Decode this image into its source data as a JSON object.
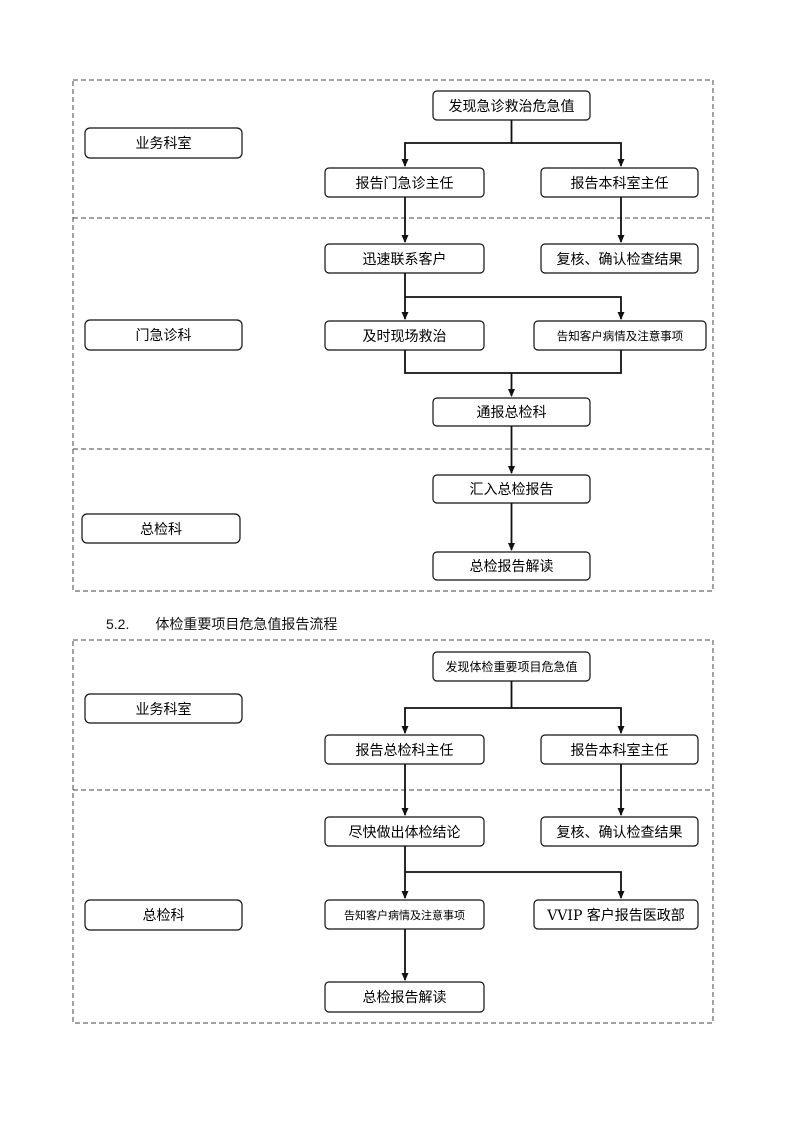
{
  "flow1": {
    "lanes": [
      "业务科室",
      "门急诊科",
      "总检科"
    ],
    "nodes": {
      "discover": "发现急诊救治危急值",
      "report_er_head": "报告门急诊主任",
      "report_dept_head": "报告本科室主任",
      "contact_client": "迅速联系客户",
      "recheck": "复核、确认检查结果",
      "onsite_treatment": "及时现场救治",
      "inform_client": "告知客户病情及注意事项",
      "notify_general": "通报总检科",
      "merge_report": "汇入总检报告",
      "interpret_report": "总检报告解读"
    }
  },
  "section": {
    "number": "5.2.",
    "title": "体检重要项目危急值报告流程"
  },
  "flow2": {
    "lanes": [
      "业务科室",
      "总检科"
    ],
    "nodes": {
      "discover": "发现体检重要项目危急值",
      "report_general_head": "报告总检科主任",
      "report_dept_head": "报告本科室主任",
      "conclusion": "尽快做出体检结论",
      "recheck": "复核、确认检查结果",
      "inform_client": "告知客户病情及注意事项",
      "vvip_report": "VVIP 客户报告医政部",
      "interpret_report": "总检报告解读"
    }
  },
  "style": {
    "line_color": "#111111",
    "box_fill": "#ffffff",
    "dash_color": "#444444"
  }
}
